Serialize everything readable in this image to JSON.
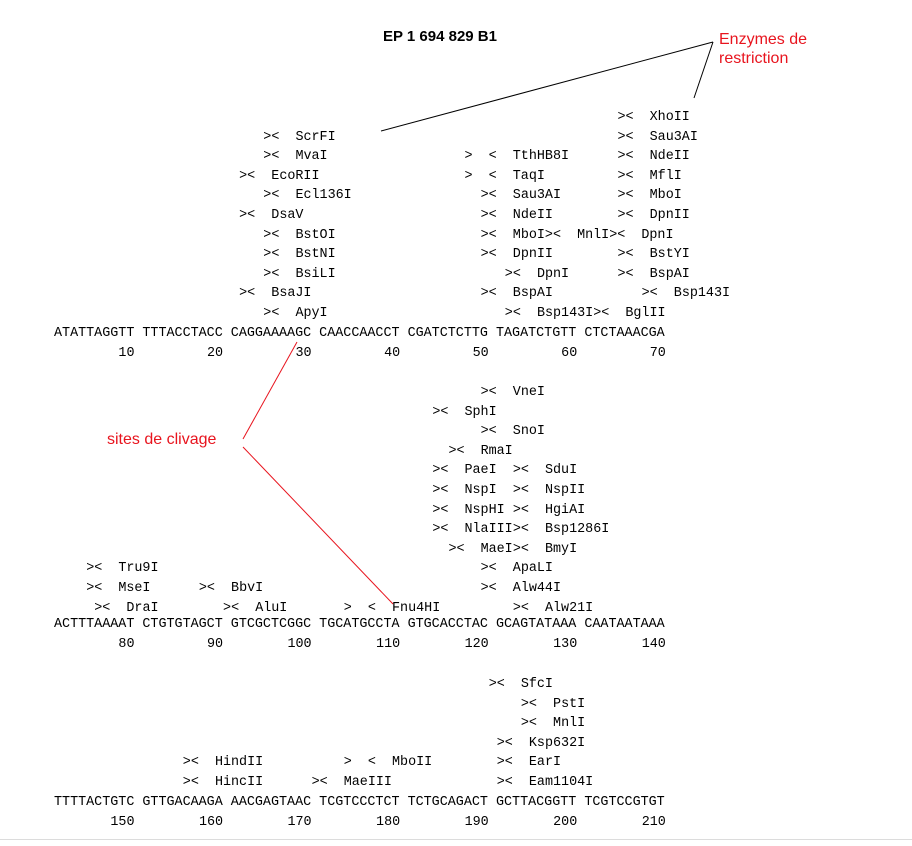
{
  "title": "EP 1 694 829 B1",
  "annotations": {
    "enzymes_line1": "Enzymes de",
    "enzymes_line2": "restriction",
    "sites": "sites de clivage"
  },
  "blocks": [
    {
      "sequence": "ATATTAGGTT TTTACCTACC CAGGAAAAGC CAACCAACCT CGATCTCTTG TAGATCTGTT CTCTAAACGA",
      "numbers": [
        "10",
        "20",
        "30",
        "40",
        "50",
        "60",
        "70"
      ],
      "enzymes": [
        {
          "text": "><  XhoII",
          "col": 70,
          "row": 0
        },
        {
          "text": "><  ScrFI",
          "col": 26,
          "row": 1
        },
        {
          "text": "><  Sau3AI",
          "col": 70,
          "row": 1
        },
        {
          "text": "><  MvaI",
          "col": 26,
          "row": 2
        },
        {
          "text": ">  <  TthHB8I",
          "col": 51,
          "row": 2
        },
        {
          "text": "><  NdeII",
          "col": 70,
          "row": 2
        },
        {
          "text": "><  EcoRII",
          "col": 23,
          "row": 3
        },
        {
          "text": ">  <  TaqI",
          "col": 51,
          "row": 3
        },
        {
          "text": "><  MflI",
          "col": 70,
          "row": 3
        },
        {
          "text": "><  Ecl136I",
          "col": 26,
          "row": 4
        },
        {
          "text": "><  Sau3AI",
          "col": 53,
          "row": 4
        },
        {
          "text": "><  MboI",
          "col": 70,
          "row": 4
        },
        {
          "text": "><  DsaV",
          "col": 23,
          "row": 5
        },
        {
          "text": "><  NdeII",
          "col": 53,
          "row": 5
        },
        {
          "text": "><  DpnII",
          "col": 70,
          "row": 5
        },
        {
          "text": "><  BstOI",
          "col": 26,
          "row": 6
        },
        {
          "text": "><  MboI><  MnlI><  DpnI",
          "col": 53,
          "row": 6
        },
        {
          "text": "><  BstNI",
          "col": 26,
          "row": 7
        },
        {
          "text": "><  DpnII",
          "col": 53,
          "row": 7
        },
        {
          "text": "><  BstYI",
          "col": 70,
          "row": 7
        },
        {
          "text": "><  BsiLI",
          "col": 26,
          "row": 8
        },
        {
          "text": "><  DpnI",
          "col": 56,
          "row": 8
        },
        {
          "text": "><  BspAI",
          "col": 70,
          "row": 8
        },
        {
          "text": "><  BsaJI",
          "col": 23,
          "row": 9
        },
        {
          "text": "><  BspAI",
          "col": 53,
          "row": 9
        },
        {
          "text": "><  Bsp143I",
          "col": 73,
          "row": 9
        },
        {
          "text": "><  ApyI",
          "col": 26,
          "row": 10
        },
        {
          "text": "><  Bsp143I><  BglII",
          "col": 56,
          "row": 10
        }
      ]
    },
    {
      "sequence": "ACTTTAAAAT CTGTGTAGCT GTCGCTCGGC TGCATGCCTA GTGCACCTAC GCAGTATAAA CAATAATAAA",
      "numbers": [
        "80",
        "90",
        "100",
        "110",
        "120",
        "130",
        "140"
      ],
      "enzymes": [
        {
          "text": "><  VneI",
          "col": 53,
          "row": 0
        },
        {
          "text": "><  SphI",
          "col": 47,
          "row": 1
        },
        {
          "text": "><  SnoI",
          "col": 53,
          "row": 2
        },
        {
          "text": "><  RmaI",
          "col": 49,
          "row": 3
        },
        {
          "text": "><  PaeI",
          "col": 47,
          "row": 4
        },
        {
          "text": "><  SduI",
          "col": 57,
          "row": 4
        },
        {
          "text": "><  NspI",
          "col": 47,
          "row": 5
        },
        {
          "text": "><  NspII",
          "col": 57,
          "row": 5
        },
        {
          "text": "><  NspHI",
          "col": 47,
          "row": 6
        },
        {
          "text": "><  HgiAI",
          "col": 57,
          "row": 6
        },
        {
          "text": "><  NlaIII",
          "col": 47,
          "row": 7
        },
        {
          "text": "><  Bsp1286I",
          "col": 57,
          "row": 7
        },
        {
          "text": "><  MaeI",
          "col": 49,
          "row": 8
        },
        {
          "text": "><  BmyI",
          "col": 57,
          "row": 8
        },
        {
          "text": "><  Tru9I",
          "col": 4,
          "row": 9
        },
        {
          "text": "><  ApaLI",
          "col": 53,
          "row": 9
        },
        {
          "text": "><  MseI",
          "col": 4,
          "row": 10
        },
        {
          "text": "><  BbvI",
          "col": 18,
          "row": 10
        },
        {
          "text": "><  Alw44I",
          "col": 53,
          "row": 10
        },
        {
          "text": "><  DraI",
          "col": 5,
          "row": 11
        },
        {
          "text": "><  AluI",
          "col": 21,
          "row": 11
        },
        {
          "text": ">  <  Fnu4HI",
          "col": 36,
          "row": 11
        },
        {
          "text": "><  Alw21I",
          "col": 57,
          "row": 11
        }
      ]
    },
    {
      "sequence": "TTTTACTGTC GTTGACAAGA AACGAGTAAC TCGTCCCTCT TCTGCAGACT GCTTACGGTT TCGTCCGTGT",
      "numbers": [
        "150",
        "160",
        "170",
        "180",
        "190",
        "200",
        "210"
      ],
      "enzymes": [
        {
          "text": "><  SfcI",
          "col": 54,
          "row": 0
        },
        {
          "text": "><  PstI",
          "col": 58,
          "row": 1
        },
        {
          "text": "><  MnlI",
          "col": 58,
          "row": 2
        },
        {
          "text": "><  Ksp632I",
          "col": 55,
          "row": 3
        },
        {
          "text": "><  HindII",
          "col": 16,
          "row": 4
        },
        {
          "text": ">  <  MboII",
          "col": 36,
          "row": 4
        },
        {
          "text": "><  EarI",
          "col": 55,
          "row": 4
        },
        {
          "text": "><  HincII",
          "col": 16,
          "row": 5
        },
        {
          "text": "><  MaeIII",
          "col": 32,
          "row": 5
        },
        {
          "text": "><  Eam1104I",
          "col": 55,
          "row": 5
        }
      ]
    }
  ]
}
